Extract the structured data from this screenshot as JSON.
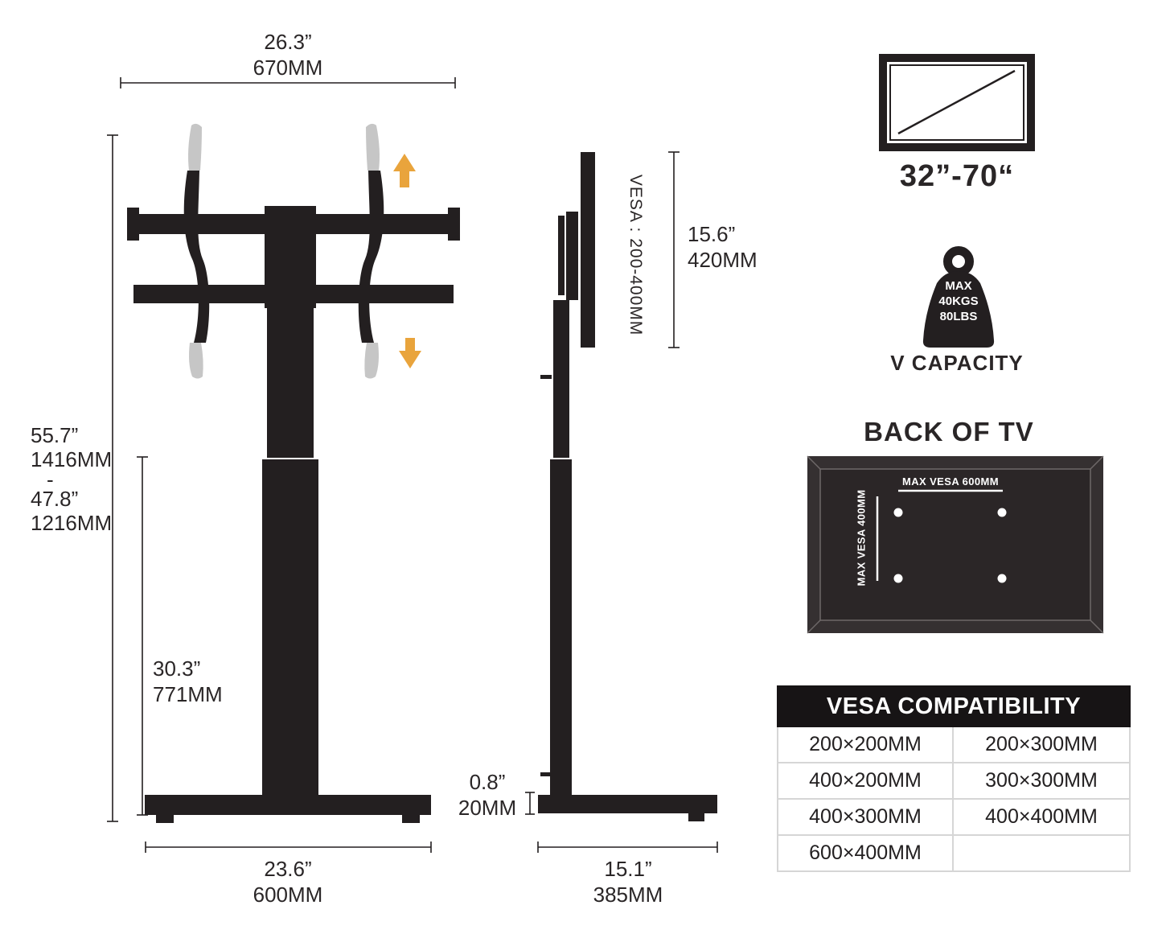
{
  "colors": {
    "dark": "#231F20",
    "accent_orange": "#E9A43C",
    "ghost_gray": "#C6C6C6",
    "panel_dark": "#353031",
    "panel_inner": "#2B2627",
    "table_border": "#D6D6D6"
  },
  "front_view": {
    "top_width_in": "26.3”",
    "top_width_mm": "670MM",
    "height_lines": [
      "55.7”",
      "1416MM",
      "-",
      "47.8”",
      "1216MM"
    ],
    "column_height_in": "30.3”",
    "column_height_mm": "771MM",
    "base_width_in": "23.6”",
    "base_width_mm": "600MM"
  },
  "side_view": {
    "vesa_label": "VESA : 200-400MM",
    "bracket_in": "15.6”",
    "bracket_mm": "420MM",
    "base_thickness_in": "0.8”",
    "base_thickness_mm": "20MM",
    "base_depth_in": "15.1”",
    "base_depth_mm": "385MM"
  },
  "tv_size_range": "32”-70“",
  "capacity": {
    "line1": "MAX",
    "line2": "40KGS",
    "line3": "80LBS",
    "label": "V CAPACITY"
  },
  "back_of_tv": {
    "title": "BACK OF TV",
    "max_vesa_horizontal": "MAX VESA 600MM",
    "max_vesa_vertical": "MAX VESA 400MM"
  },
  "vesa_table": {
    "title": "VESA COMPATIBILITY",
    "rows": [
      [
        "200×200MM",
        "200×300MM"
      ],
      [
        "400×200MM",
        "300×300MM"
      ],
      [
        "400×300MM",
        "400×400MM"
      ],
      [
        "600×400MM",
        ""
      ]
    ]
  }
}
